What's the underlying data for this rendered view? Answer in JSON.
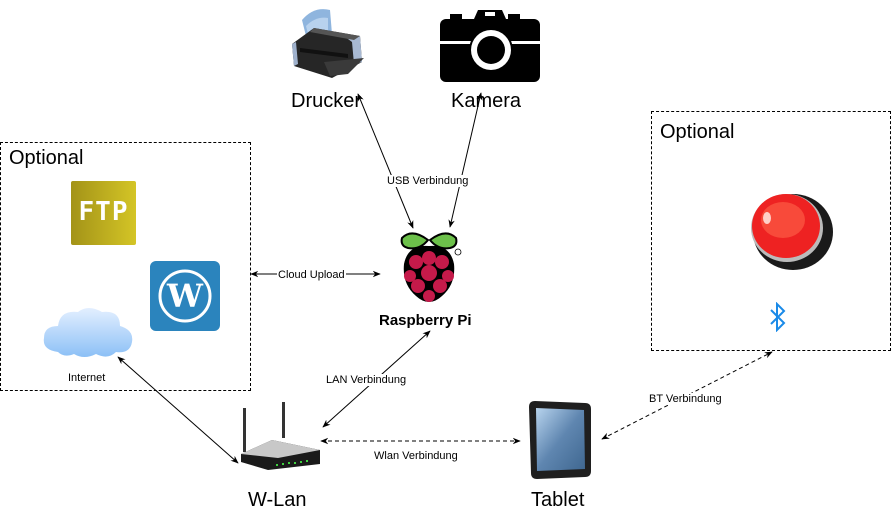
{
  "diagram": {
    "nodes": {
      "printer": {
        "label": "Drucker",
        "icon": "printer-icon"
      },
      "camera": {
        "label": "Kamera",
        "icon": "camera-icon"
      },
      "raspberry": {
        "label": "Raspberry Pi",
        "icon": "raspberry-pi-logo-icon"
      },
      "router": {
        "label": "W-Lan",
        "icon": "wifi-router-icon"
      },
      "tablet": {
        "label": "Tablet",
        "icon": "tablet-icon"
      },
      "internet": {
        "label": "Internet",
        "icon": "cloud-icon"
      },
      "ftp": {
        "label": "FTP",
        "icon": "ftp-icon"
      },
      "wordpress": {
        "label": "W",
        "icon": "wordpress-icon"
      },
      "button": {
        "icon": "red-push-button-icon"
      },
      "bluetooth": {
        "icon": "bluetooth-icon"
      }
    },
    "groups": {
      "left": {
        "title": "Optional"
      },
      "right": {
        "title": "Optional"
      }
    },
    "edges": {
      "usb": {
        "label": "USB Verbindung",
        "style": "solid"
      },
      "cloud": {
        "label": "Cloud Upload",
        "style": "solid"
      },
      "lan": {
        "label": "LAN Verbindung",
        "style": "solid"
      },
      "wlan": {
        "label": "Wlan Verbindung",
        "style": "dashed"
      },
      "bt": {
        "label": "BT Verbindung",
        "style": "dashed"
      }
    },
    "colors": {
      "raspberry_red": "#c51a4a",
      "raspberry_green": "#6cc04a",
      "wordpress_blue": "#2b84bd",
      "ftp_gold": "#b5a51e",
      "bluetooth_blue": "#1a8ae8",
      "button_red": "#ee2222"
    }
  }
}
